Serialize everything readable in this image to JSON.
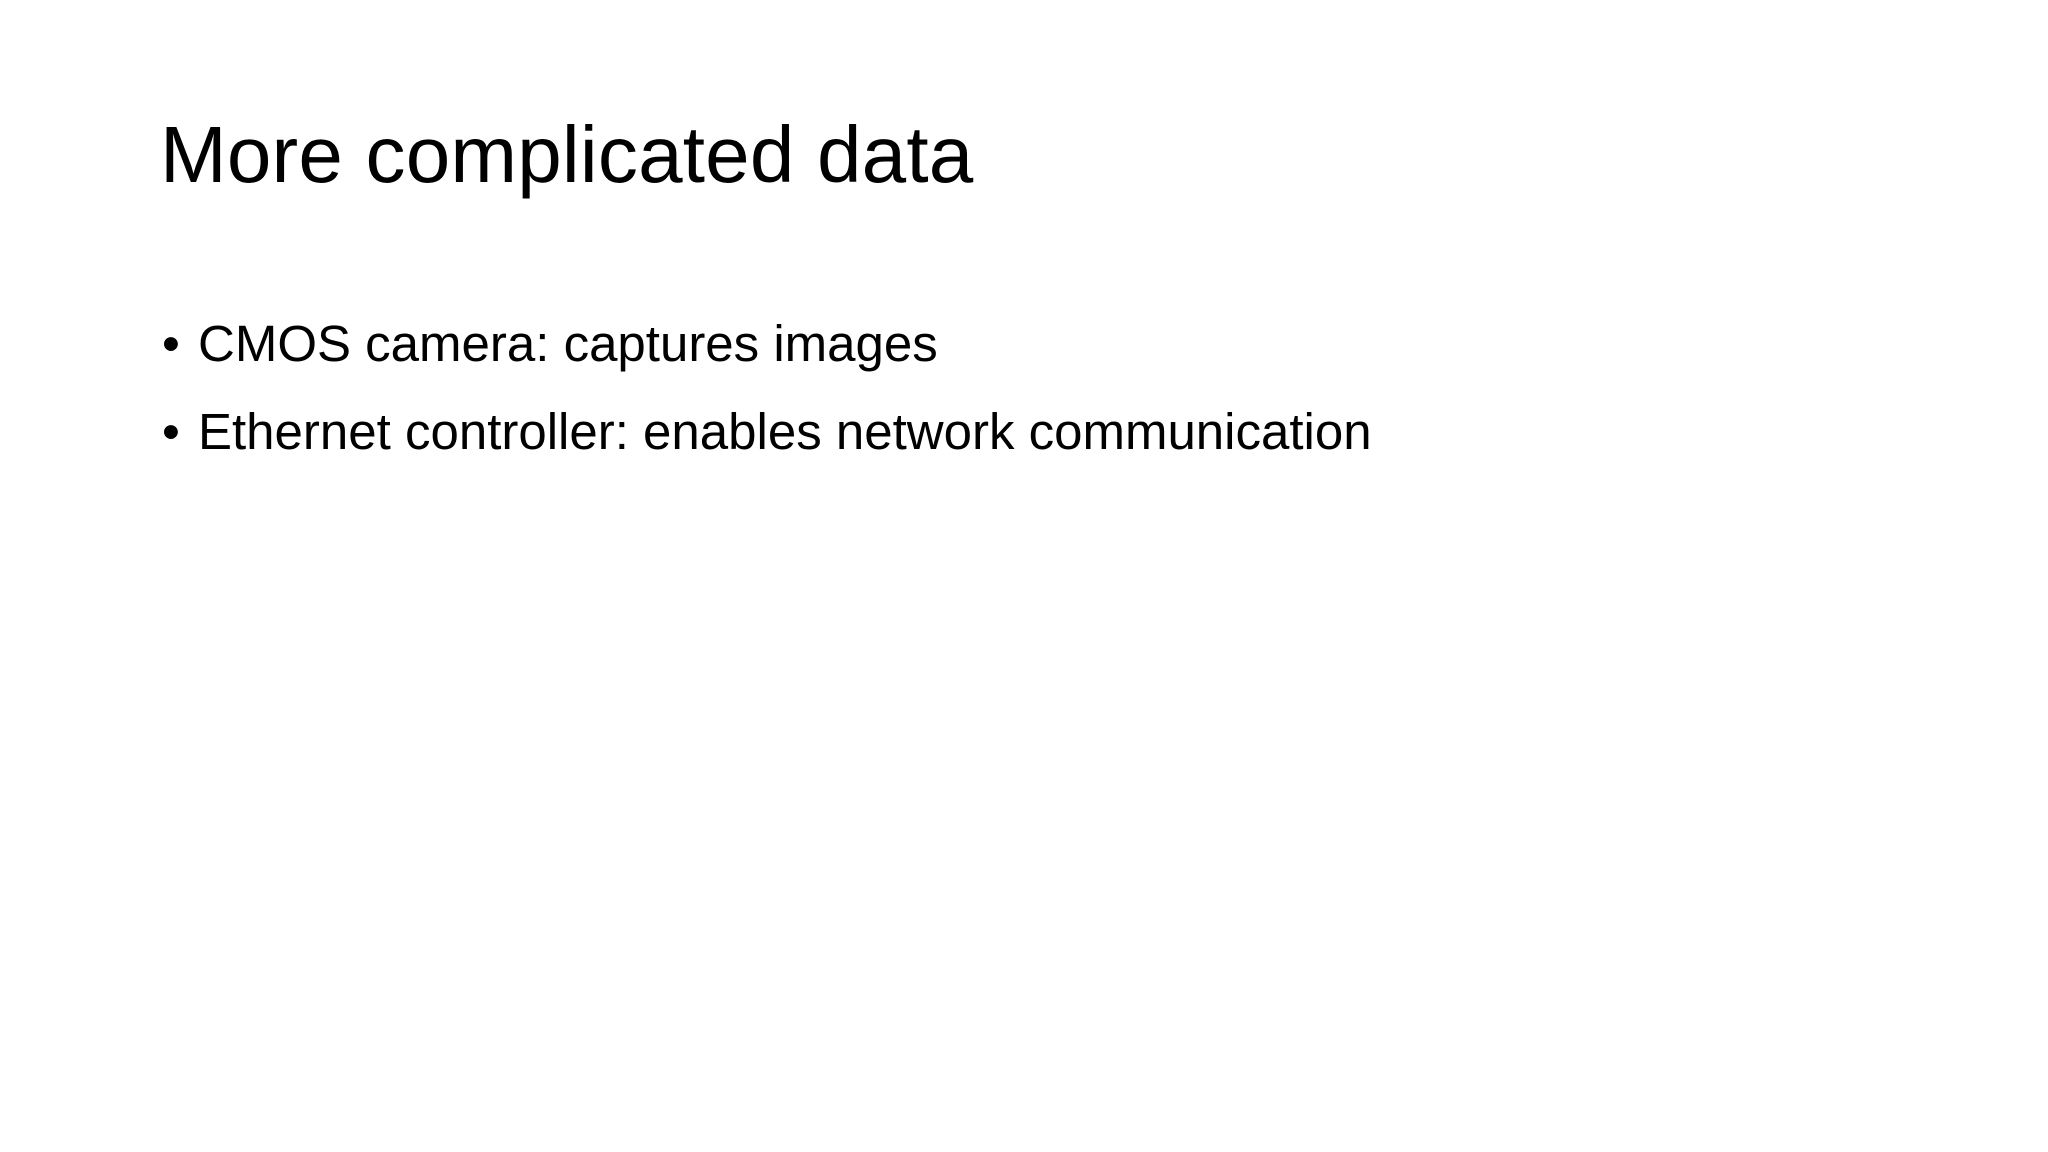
{
  "slide": {
    "title": "More complicated data",
    "background_color": "#FFFFFF",
    "text_color": "#000000",
    "bullet_glyph": "•",
    "body": {
      "bullets": [
        {
          "text": "CMOS camera: captures images"
        },
        {
          "text": "Ethernet controller: enables network communication"
        }
      ]
    }
  }
}
